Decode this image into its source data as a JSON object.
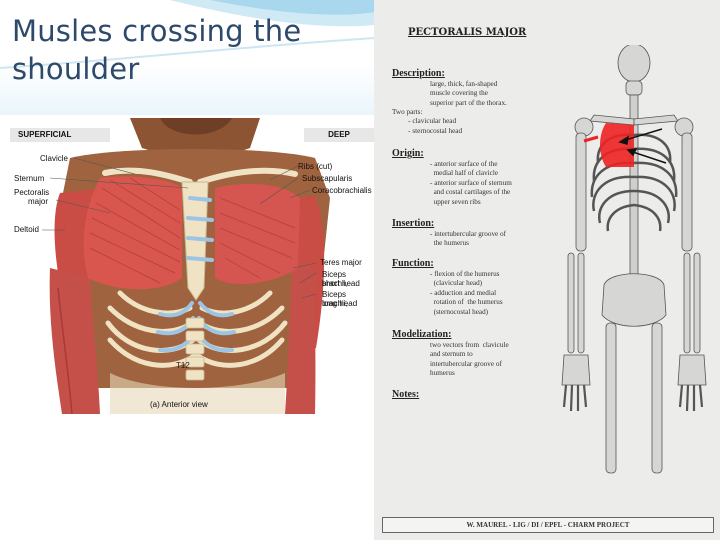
{
  "slide": {
    "title": "Musles crossing the shoulder"
  },
  "figure": {
    "superficial_label": "SUPERFICIAL",
    "deep_label": "DEEP",
    "labels": {
      "clavicle": "Clavicle",
      "sternum": "Sternum",
      "pectoralis": "Pectoralis",
      "major": "major",
      "deltoid": "Deltoid",
      "ribs": "Ribs (cut)",
      "subscapularis": "Subscapularis",
      "coracobrachialis": "Coracobrachialis",
      "teres_major": "Teres major",
      "biceps_short_1": "Biceps brachii,",
      "biceps_short_2": "short head",
      "biceps_long_1": "Biceps brachii,",
      "biceps_long_2": "long head",
      "t12": "T12"
    },
    "caption": "(a) Anterior view"
  },
  "sheet": {
    "heading": "PECTORALIS MAJOR",
    "description_title": "Description:",
    "description_body": "large, thick, fan-shaped\nmuscle covering the\nsuperior part of the thorax.",
    "two_parts": "Two parts:\n         - clavicular head\n         - sternocostal head",
    "origin_title": "Origin:",
    "origin_body": "- anterior surface of the\n  medial half of clavicle\n- anterior surface of sternum\n  and costal cartilages of the\n  upper seven ribs",
    "insertion_title": "Insertion:",
    "insertion_body": "- intertubercular groove of\n  the humerus",
    "function_title": "Function:",
    "function_body": "- flexion of the humerus\n  (clavicular head)\n- adduction and medial\n  rotation of  the humerus\n  (sternocostal head)",
    "modelization_title": "Modelization:",
    "modelization_body": "two vectors from  clavicule\nand sternum to\nintertubercular groove of\nhumerus",
    "notes_title": "Notes:",
    "footer": "W. MAUREL  -  LIG / DI / EPFL  -  CHARM PROJECT"
  },
  "colors": {
    "title": "#2e4a6b",
    "muscle": "#d9564f",
    "muscle_dark": "#b23b36",
    "bone": "#eee2c2",
    "cartilage": "#9cc4e4",
    "skin": "#a0633f",
    "highlight": "#ee2222"
  }
}
